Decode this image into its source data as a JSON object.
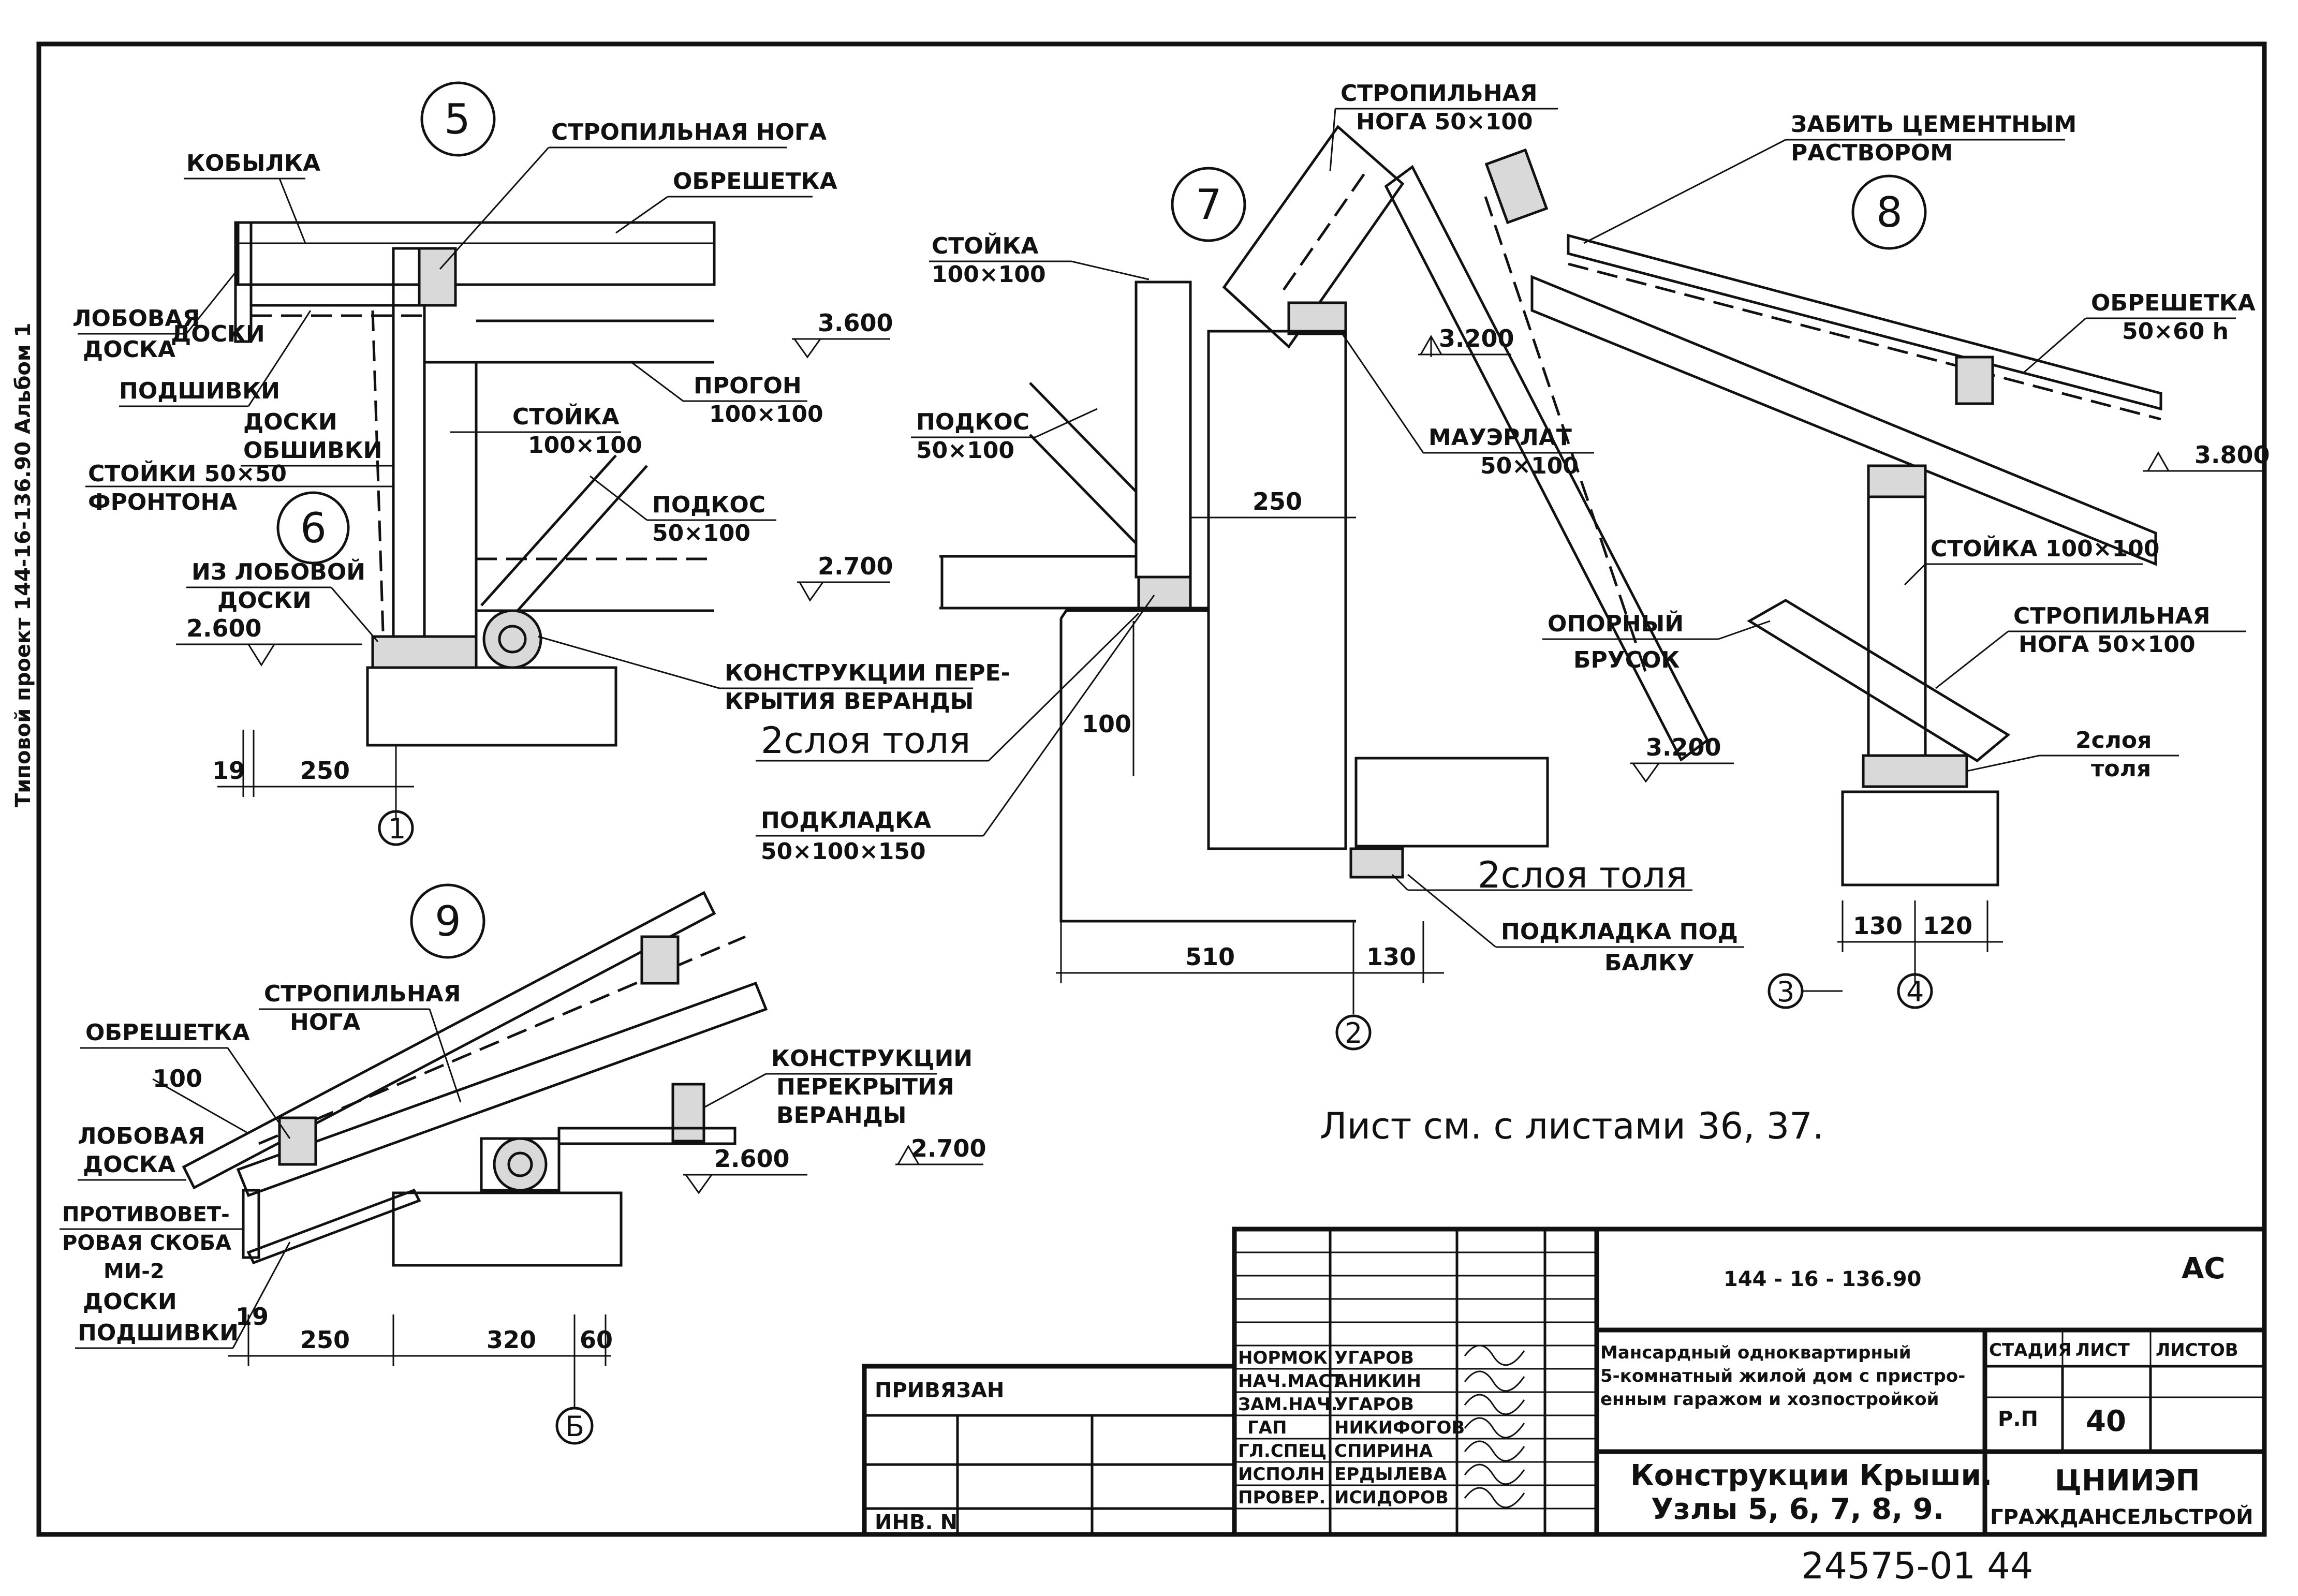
{
  "sheet": {
    "side_text": "Типовой проект 144-16-136.90 Альбом 1",
    "note": "Лист см. с листами 36, 37.",
    "bottom_code": "24575-01   44"
  },
  "nodes": {
    "n5": {
      "number": "5",
      "labels": {
        "kobylka": "КОБЫЛКА",
        "rafter": "СТРОПИЛЬНАЯ НОГА",
        "lathing": "ОБРЕШЕТКА",
        "fascia_1": "ЛОБОВАЯ",
        "fascia_2": "ДОСКА",
        "soffit_1": "ДОСКИ",
        "soffit_2": "ПОДШИВКИ",
        "purlin_1": "ПРОГОН",
        "purlin_2": "100×100",
        "cladding_1": "ДОСКИ",
        "cladding_2": "ОБШИВКИ",
        "post_1": "СТОЙКА",
        "post_2": "100×100",
        "gable_1": "СТОЙКИ 50×50",
        "gable_2": "ФРОНТОНА",
        "brace_1": "ПОДКОС",
        "brace_2": "50×100",
        "veranda_1": "КОНСТРУКЦИИ ПЕРЕ-",
        "veranda_2": "КРЫТИЯ ВЕРАНДЫ"
      },
      "levels": {
        "top": "3.600",
        "mid": "2.700",
        "low": "2.600"
      },
      "dims": {
        "d19": "19",
        "d250": "250"
      },
      "axis": "1"
    },
    "n6": {
      "number": "6",
      "labels": {
        "from_1": "ИЗ ЛОБОВОЙ",
        "from_2": "ДОСКИ"
      }
    },
    "n7": {
      "number": "7",
      "labels": {
        "rafter_1": "СТРОПИЛЬНАЯ",
        "rafter_2": "НОГА 50×100",
        "post_1": "СТОЙКА",
        "post_2": "100×100",
        "brace_1": "ПОДКОС",
        "brace_2": "50×100",
        "mauerlat_1": "МАУЭРЛАТ",
        "mauerlat_2": "50×100",
        "tar_1": "2слоя толя",
        "pad_1": "ПОДКЛАДКА",
        "pad_2": "50×100×150",
        "tar_2": "2слоя толя",
        "beam_pad_1": "ПОДКЛАДКА ПОД",
        "beam_pad_2": "БАЛКУ"
      },
      "levels": {
        "top": "3.200"
      },
      "dims": {
        "d250": "250",
        "d100": "100",
        "d510": "510",
        "d130": "130"
      },
      "axis": "2"
    },
    "n8": {
      "number": "8",
      "labels": {
        "mortar_1": "ЗАБИТЬ ЦЕМЕНТНЫМ",
        "mortar_2": "РАСТВОРОМ",
        "lathing_1": "ОБРЕШЕТКА",
        "lathing_2": "50×60 h",
        "post": "СТОЙКА 100×100",
        "support_1": "ОПОРНЫЙ",
        "support_2": "БРУСОК",
        "rafter_1": "СТРОПИЛЬНАЯ",
        "rafter_2": "НОГА 50×100",
        "tar_1": "2слоя",
        "tar_2": "толя"
      },
      "levels": {
        "top": "3.800",
        "low": "3.200"
      },
      "dims": {
        "d130": "130",
        "d120": "120"
      },
      "axes": {
        "a3": "3",
        "a4": "4"
      }
    },
    "n9": {
      "number": "9",
      "labels": {
        "rafter_1": "СТРОПИЛЬНАЯ",
        "rafter_2": "НОГА",
        "lathing": "ОБРЕШЕТКА",
        "fascia_1": "ЛОБОВАЯ",
        "fascia_2": "ДОСКА",
        "clip_1": "ПРОТИВОВЕТ-",
        "clip_2": "РОВАЯ СКОБА",
        "clip_3": "МИ-2",
        "soffit_1": "ДОСКИ",
        "soffit_2": "ПОДШИВКИ",
        "veranda_1": "КОНСТРУКЦИИ",
        "veranda_2": "ПЕРЕКРЫТИЯ",
        "veranda_3": "ВЕРАНДЫ"
      },
      "levels": {
        "a": "2.700",
        "b": "2.600"
      },
      "dims": {
        "d100": "100",
        "d19": "19",
        "d250": "250",
        "d320": "320",
        "d60": "60"
      },
      "axis": "Б"
    }
  },
  "title_block": {
    "code": "144 - 16 - 136.90",
    "mark": "АС",
    "bound": "ПРИВЯЗАН",
    "inv": "ИНВ. N",
    "staff": [
      {
        "role": "НОРМОК",
        "name": "УГАРОВ"
      },
      {
        "role": "НАЧ.МАСТ",
        "name": "АНИКИН"
      },
      {
        "role": "ЗАМ.НАЧ.",
        "name": "УГАРОВ"
      },
      {
        "role": "ГАП",
        "name": "НИКИФОГОВ"
      },
      {
        "role": "ГЛ.СПЕЦ",
        "name": "СПИРИНА"
      },
      {
        "role": "ИСПОЛН",
        "name": "ЕРДЫЛЕВА"
      },
      {
        "role": "ПРОВЕР.",
        "name": "ИСИДОРОВ"
      }
    ],
    "project_1": "Мансардный одноквартирный",
    "project_2": "5-комнатный жилой дом с пристро-",
    "project_3": "енным гаражом и хозпостройкой",
    "stage_h": "СТАДИЯ",
    "sheet_h": "ЛИСТ",
    "sheets_h": "ЛИСТОВ",
    "stage": "Р.П",
    "sheet_no": "40",
    "sheets": "",
    "drawing_1": "Конструкции Крыши.",
    "drawing_2": "Узлы 5, 6, 7, 8, 9.",
    "org_1": "ЦНИИЭП",
    "org_2": "ГРАЖДАНСЕЛЬСТРОЙ"
  }
}
